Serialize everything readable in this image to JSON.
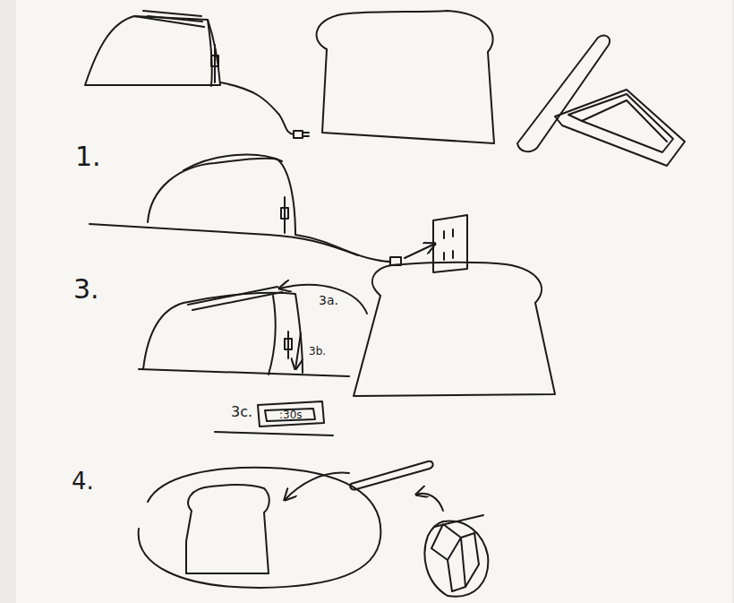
{
  "diagram": {
    "labels": [
      "1.",
      "3.",
      "3a.",
      "3b.",
      "3c.",
      ":30s",
      "4."
    ]
  }
}
